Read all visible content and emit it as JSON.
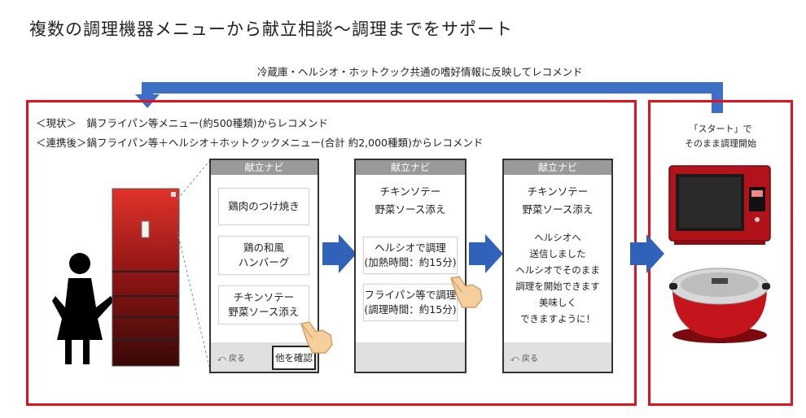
{
  "title": "複数の調理機器メニューから献立相談〜調理までをサポート",
  "top_note": "冷蔵庫・ヘルシオ・ホットクック共通の嗜好情報に反映してレコメンド",
  "current_line": "＜現状＞　鍋フライパン等メニュー(約500種類)からレコメンド",
  "after_line": "＜連携後＞鍋フライパン等＋ヘルシオ＋ホットクックメニュー(合計 約2,000種類)からレコメンド",
  "phone1": {
    "header": "献立ナビ",
    "items": [
      "鶏肉のつけ焼き",
      "鶏の和風ハンバーグ",
      "チキンソテー野菜ソース添え"
    ],
    "item2_line1": "鶏の和風",
    "item2_line2": "ハンバーグ",
    "item3_line1": "チキンソテー",
    "item3_line2": "野菜ソース添え",
    "back": "戻る",
    "more": "他を確認"
  },
  "phone2": {
    "header": "献立ナビ",
    "dish_line1": "チキンソテー",
    "dish_line2": "野菜ソース添え",
    "opt1_line1": "ヘルシオで調理",
    "opt1_line2": "(加熱時間：約15分)",
    "opt2_line1": "フライパン等で調理",
    "opt2_line2": "(調理時間：約15分)"
  },
  "phone3": {
    "header": "献立ナビ",
    "dish_line1": "チキンソテー",
    "dish_line2": "野菜ソース添え",
    "msg": [
      "ヘルシオへ",
      "送信しました",
      "ヘルシオでそのまま",
      "調理を開始できます",
      "美味しく",
      "できますように！"
    ],
    "back": "戻る"
  },
  "right_panel": {
    "line1": "「スタート」で",
    "line2": "そのまま調理開始"
  },
  "colors": {
    "frame_red": "#e0121b",
    "arrow_blue": "#2f62b8",
    "fridge_red": "#b01414"
  }
}
